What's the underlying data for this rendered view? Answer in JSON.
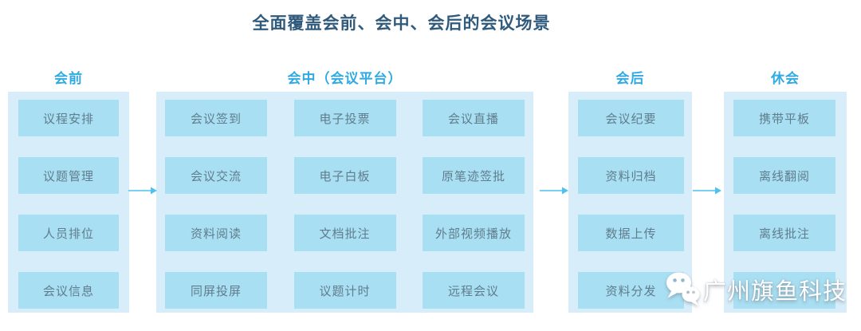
{
  "title": "全面覆盖会前、会中、会后的会议场景",
  "columns": [
    {
      "id": "pre-meeting",
      "header": "会前",
      "items": [
        "议程安排",
        "议题管理",
        "人员排位",
        "会议信息"
      ]
    },
    {
      "id": "in-meeting",
      "header": "会中（会议平台）",
      "items": [
        "会议签到",
        "电子投票",
        "会议直播",
        "会议交流",
        "电子白板",
        "原笔迹签批",
        "资料阅读",
        "文档批注",
        "外部视频播放",
        "同屏投屏",
        "议题计时",
        "远程会议"
      ]
    },
    {
      "id": "post-meeting",
      "header": "会后",
      "items": [
        "会议纪要",
        "资料归档",
        "数据上传",
        "资料分发"
      ]
    },
    {
      "id": "recess",
      "header": "休会",
      "items": [
        "携带平板",
        "离线翻阅",
        "离线批注",
        ""
      ]
    }
  ],
  "watermark": {
    "icon": "wechat-logo",
    "text": "广州旗鱼科技"
  },
  "colors": {
    "title_text": "#2f5a7c",
    "column_header_text": "#2faae3",
    "panel_bg": "#d7eefa",
    "box_bg": "#a8dff2",
    "box_text": "#5f7d8c",
    "arrow": "#4fc1ef",
    "watermark_text": "#ffffff"
  }
}
